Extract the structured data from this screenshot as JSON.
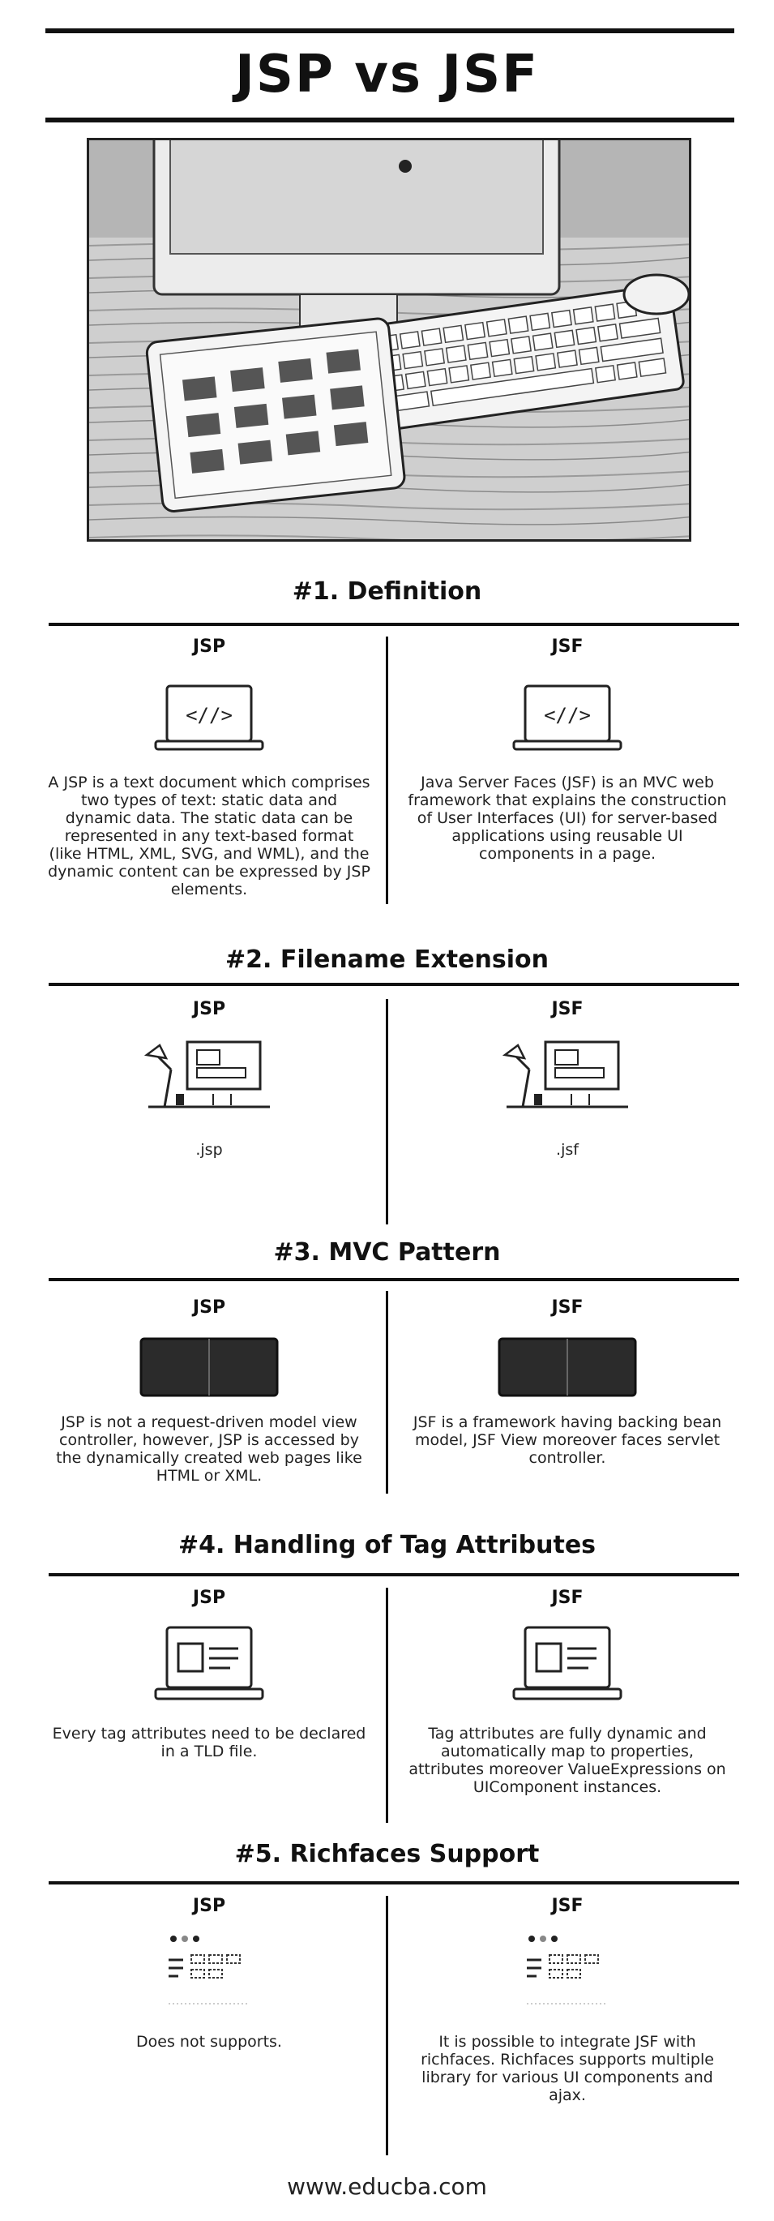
{
  "header": {
    "title": "JSP vs JSF"
  },
  "sections": [
    {
      "title": "#1. Definition",
      "left": {
        "heading": "JSP",
        "text": "A JSP is a text document which comprises two types of text: static data and dynamic data. The static data can be represented in any text-based format (like HTML, XML, SVG, and WML), and the dynamic content can be expressed by JSP elements."
      },
      "right": {
        "heading": "JSF",
        "text": "Java Server Faces (JSF) is an MVC web framework that explains the construction of User Interfaces (UI) for server-based applications using reusable UI components in a page."
      }
    },
    {
      "title": "#2. Filename Extension",
      "left": {
        "heading": "JSP",
        "text": ".jsp"
      },
      "right": {
        "heading": "JSF",
        "text": ".jsf"
      }
    },
    {
      "title": "#3. MVC Pattern",
      "left": {
        "heading": "JSP",
        "text": "JSP is not a request-driven model view controller, however, JSP is accessed by the dynamically created web pages like HTML or XML."
      },
      "right": {
        "heading": "JSF",
        "text": "JSF is a framework having backing bean model, JSF View moreover faces servlet controller."
      }
    },
    {
      "title": "#4. Handling of Tag Attributes",
      "left": {
        "heading": "JSP",
        "text": "Every tag attributes need to be declared in a TLD file."
      },
      "right": {
        "heading": "JSF",
        "text": "Tag attributes are fully dynamic and automatically map to properties, attributes moreover ValueExpressions on UIComponent instances."
      }
    },
    {
      "title": "#5. Richfaces Support",
      "left": {
        "heading": "JSP",
        "text": "Does not supports."
      },
      "right": {
        "heading": "JSF",
        "text": "It is possible to integrate JSF with richfaces. Richfaces supports multiple library for various UI components and ajax."
      }
    }
  ],
  "footer": {
    "url": "www.educba.com"
  },
  "icons": [
    "code-laptop-icon",
    "desk-lamp-monitor-icon",
    "tablet-landscape-icon",
    "document-laptop-icon",
    "richfaces-layout-icon"
  ]
}
